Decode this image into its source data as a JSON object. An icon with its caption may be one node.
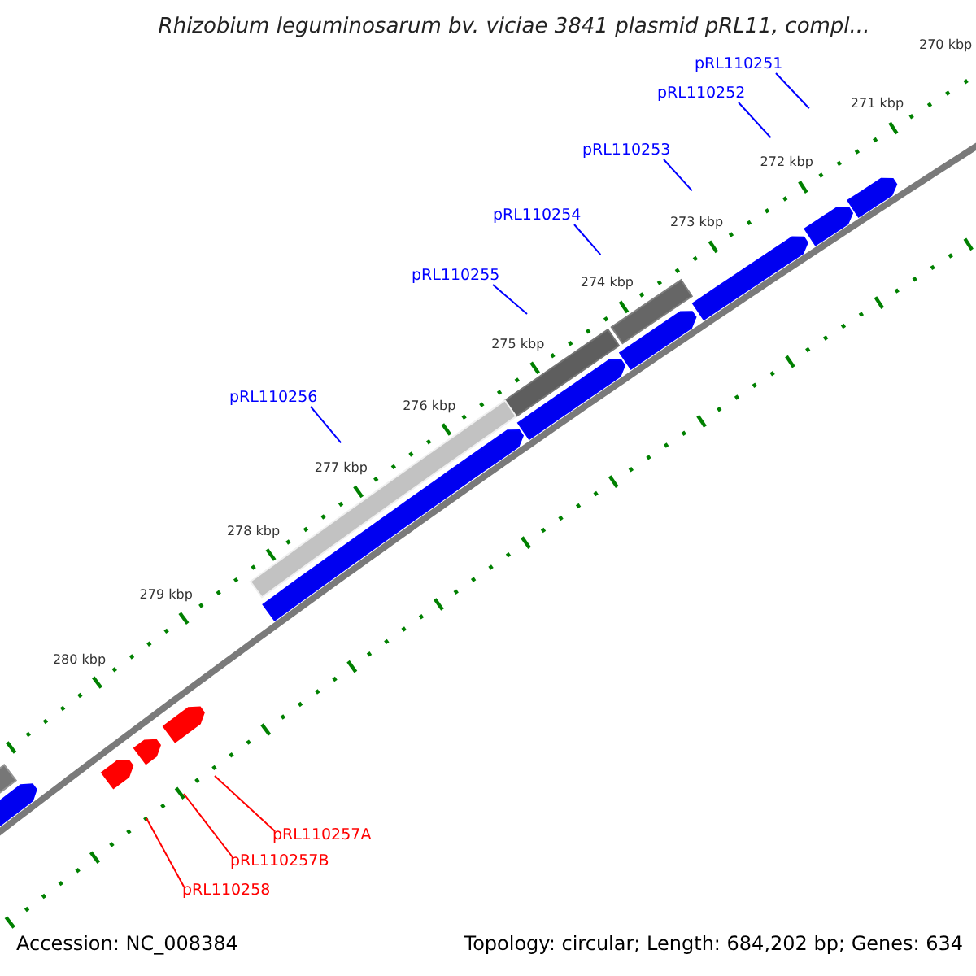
{
  "diagram": {
    "title": "Rhizobium leguminosarum bv. viciae 3841 plasmid pRL11, compl...",
    "nodes": [
      {
        "text": [
          "pRL110251"
        ]
      },
      {
        "text": [
          "pRL110252"
        ]
      },
      {
        "text": [
          "pRL110253"
        ]
      },
      {
        "text": [
          "pRL110254"
        ]
      },
      {
        "text": [
          "pRL110255"
        ]
      },
      {
        "text": [
          "pRL110256"
        ]
      },
      {
        "text": [
          "pRL110257A"
        ]
      },
      {
        "text": [
          "pRL110257B"
        ]
      },
      {
        "text": [
          "pRL110258"
        ]
      }
    ],
    "edges": [
      {
        "from": 0,
        "to": null,
        "arrow": "none"
      },
      {
        "from": 1,
        "to": null,
        "arrow": "none"
      },
      {
        "from": 2,
        "to": null,
        "arrow": "none"
      },
      {
        "from": 3,
        "to": null,
        "arrow": "none"
      },
      {
        "from": 4,
        "to": null,
        "arrow": "none"
      },
      {
        "from": 5,
        "to": null,
        "arrow": "none"
      },
      {
        "from": 6,
        "to": null,
        "arrow": "none",
        "color": "#ff0000"
      },
      {
        "from": 7,
        "to": null,
        "arrow": "none",
        "color": "#ff0000"
      },
      {
        "from": 8,
        "to": null,
        "arrow": "none",
        "color": "#ff0000"
      }
    ],
    "labels": [
      "270 kbp",
      "271 kbp",
      "272 kbp",
      "273 kbp",
      "274 kbp",
      "275 kbp",
      "276 kbp",
      "277 kbp",
      "278 kbp",
      "279 kbp",
      "280 kbp",
      "Accession: NC_008384",
      "Topology: circular; Length: 684,202 bp; Genes: 634"
    ]
  }
}
